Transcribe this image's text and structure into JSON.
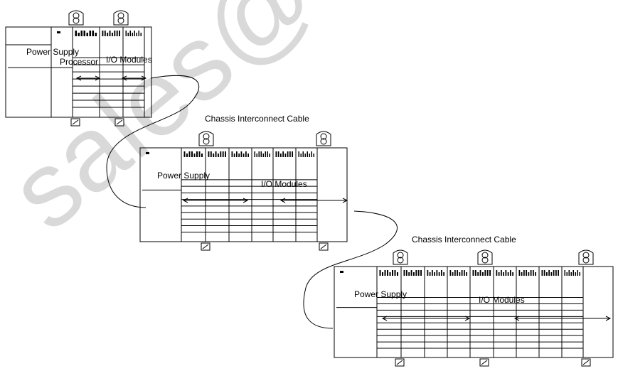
{
  "watermark": {
    "text": "sales@ca",
    "color": "#d9d9d9"
  },
  "chassis": [
    {
      "id": "chassis-1",
      "labels": {
        "power_supply": "Power Supply",
        "processor": "Processor",
        "io_modules": "I/O Modules"
      }
    },
    {
      "id": "chassis-2",
      "labels": {
        "power_supply": "Power Supply",
        "io_modules": "I/O Modules"
      }
    },
    {
      "id": "chassis-3",
      "labels": {
        "power_supply": "Power Supply",
        "io_modules": "I/O Modules"
      }
    }
  ],
  "cables": [
    {
      "label": "Chassis Interconnect Cable"
    },
    {
      "label": "Chassis Interconnect Cable"
    }
  ],
  "colors": {
    "line": "#000000",
    "background": "#ffffff"
  }
}
